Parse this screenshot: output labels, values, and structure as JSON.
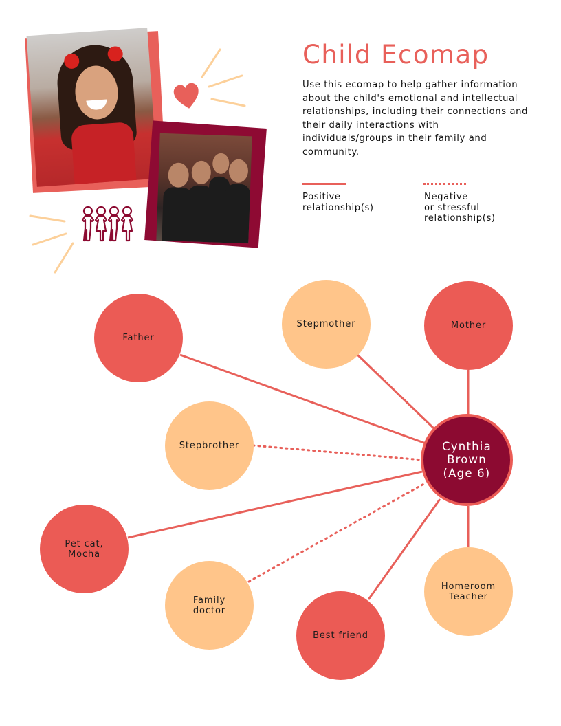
{
  "title": "Child Ecomap",
  "intro": "Use this ecomap to help gather information about the child's emotional and intellectual relationships, including their connections and their daily interactions with individuals/groups in their family and community.",
  "legend": {
    "positive": "Positive\nrelationship(s)",
    "negative": "Negative\nor stressful\nrelationship(s)"
  },
  "colors": {
    "accent": "#e8605a",
    "node_red": "#eb5b55",
    "node_peach": "#ffc58a",
    "center": "#8c0a31"
  },
  "ecomap": {
    "center": "Cynthia\nBrown\n(Age 6)",
    "nodes": [
      {
        "id": "father",
        "label": "Father",
        "tone": "red",
        "relationship": "positive"
      },
      {
        "id": "stepmother",
        "label": "Stepmother",
        "tone": "peach",
        "relationship": "positive"
      },
      {
        "id": "mother",
        "label": "Mother",
        "tone": "red",
        "relationship": "positive"
      },
      {
        "id": "stepbrother",
        "label": "Stepbrother",
        "tone": "peach",
        "relationship": "negative"
      },
      {
        "id": "pet",
        "label": "Pet cat,\nMocha",
        "tone": "red",
        "relationship": "positive"
      },
      {
        "id": "doctor",
        "label": "Family\ndoctor",
        "tone": "peach",
        "relationship": "negative"
      },
      {
        "id": "friend",
        "label": "Best friend",
        "tone": "red",
        "relationship": "positive"
      },
      {
        "id": "teacher",
        "label": "Homeroom\nTeacher",
        "tone": "peach",
        "relationship": "positive"
      }
    ]
  },
  "icons": [
    "heart-icon",
    "sparkle-lines-icon",
    "paper-dolls-icon"
  ],
  "photos": [
    "girl-portrait-photo",
    "family-photo"
  ]
}
